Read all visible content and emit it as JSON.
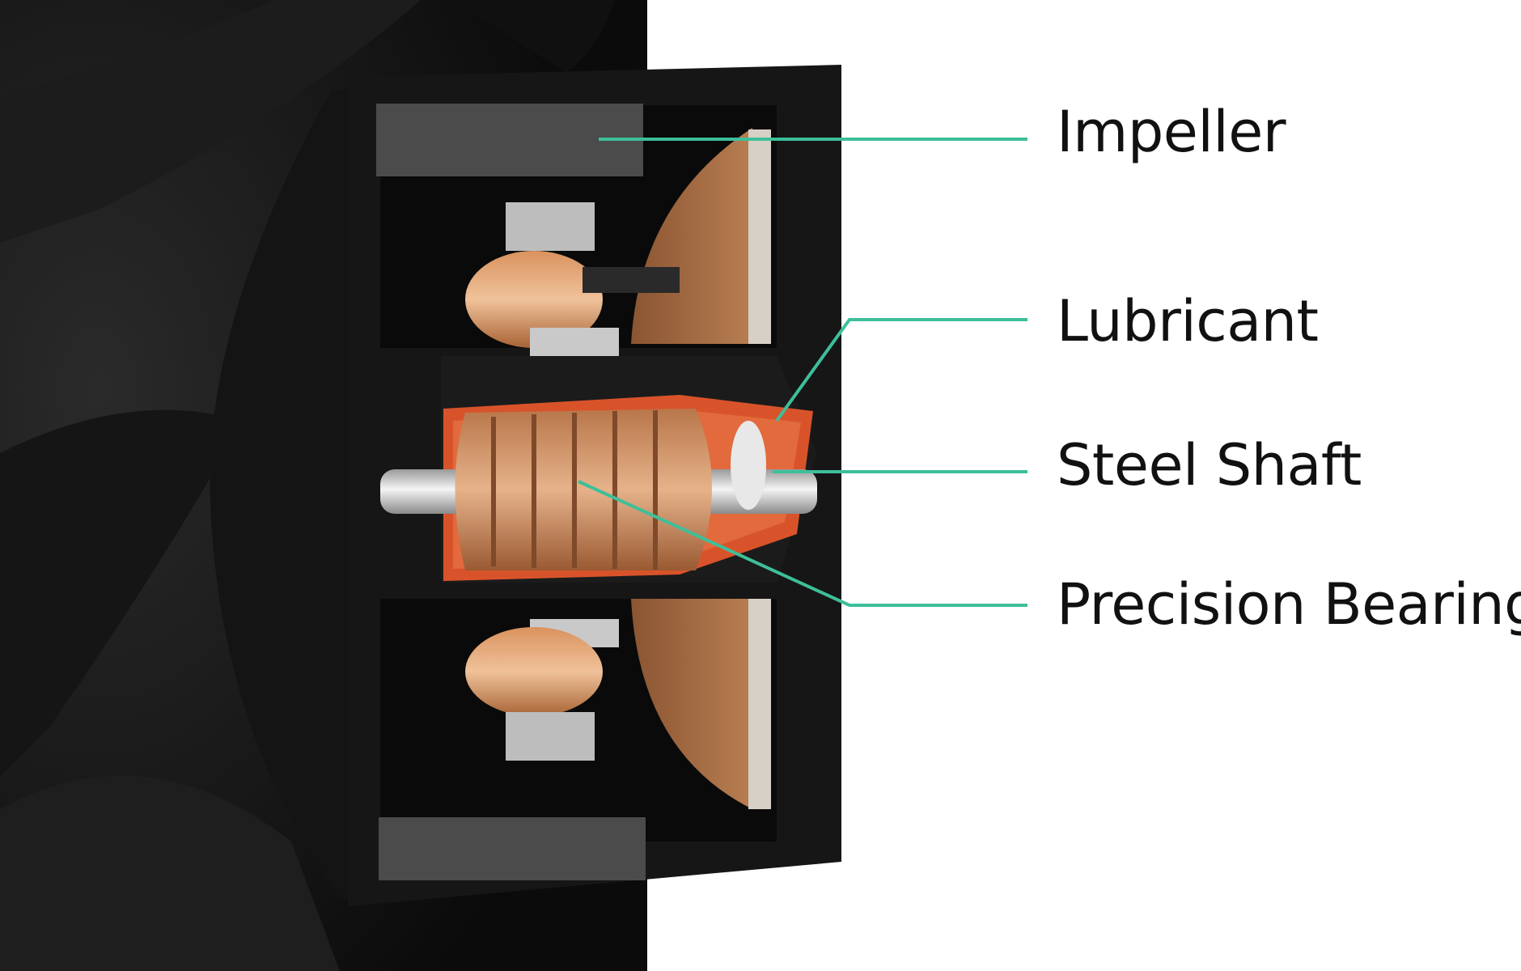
{
  "labels": {
    "impeller": "Impeller",
    "lubricant": "Lubricant",
    "steel_shaft": "Steel Shaft",
    "precision_bearing": "Precision Bearing"
  },
  "colors": {
    "leader_line": "#3dbf9a",
    "housing": "#161616",
    "magnet": "#4d4d4d",
    "copper": "#c98a5a",
    "lubricant": "#d9532a",
    "steel": "#d9d9d9",
    "hub_disc": "#a0693f"
  }
}
